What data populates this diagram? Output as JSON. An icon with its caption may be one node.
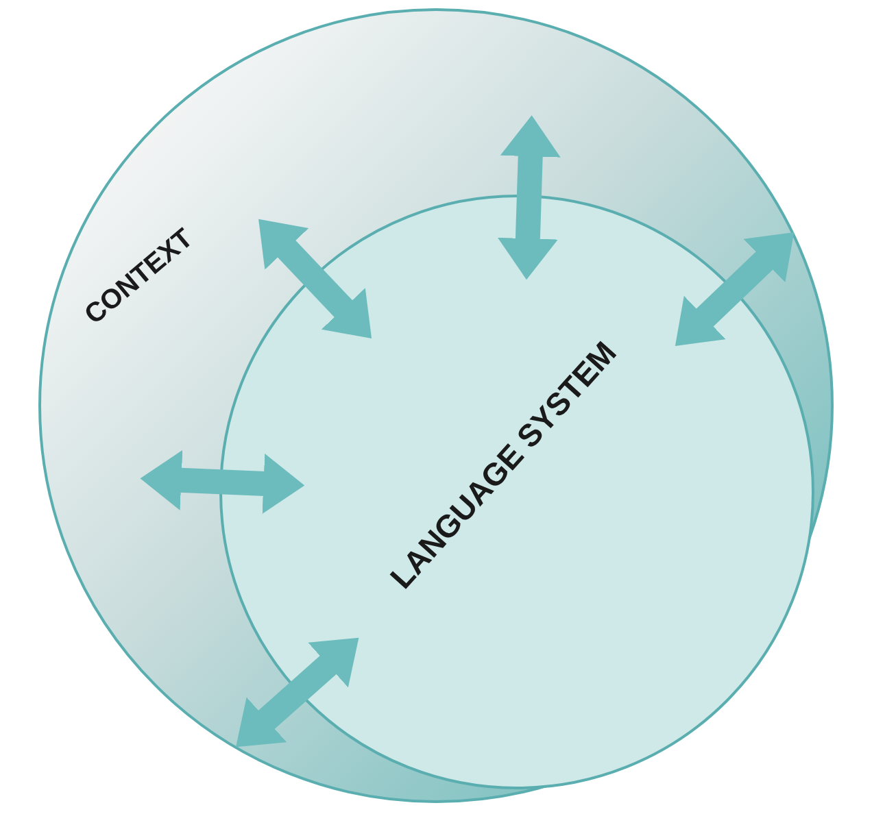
{
  "diagram": {
    "nodes": [
      {
        "text": [
          "CONTEXT"
        ]
      },
      {
        "text": [
          "LANGUAGE SYSTEM"
        ],
        "in": 0
      }
    ]
  }
}
